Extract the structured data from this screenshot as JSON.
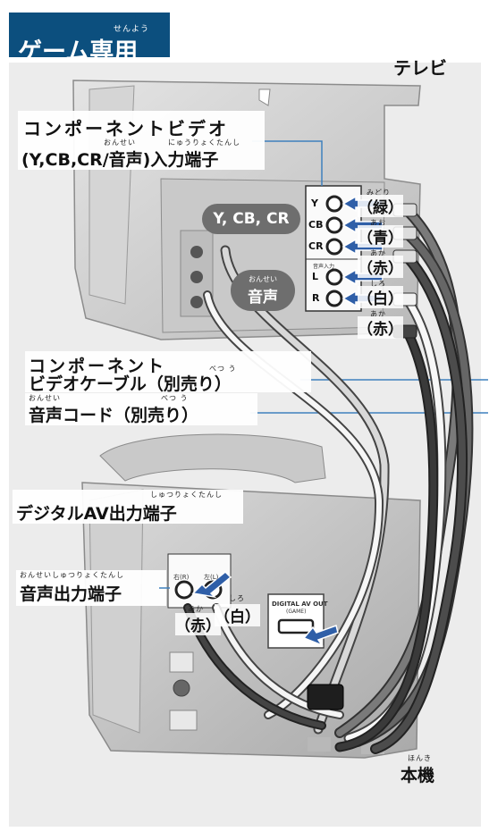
{
  "header": {
    "title": "ゲーム専用",
    "ruby": "せんよう",
    "color": "#0c4f7e"
  },
  "labels": {
    "tv": "テレビ",
    "component_input_line1": "コンポーネントビデオ",
    "component_input_line2": "(Y,CB,CR/音声)入力端子",
    "ruby_onsei": "おんせい",
    "ruby_nyuuryoku": "にゅうりょくたんし",
    "pill_ycbcr": "Y, CB, CR",
    "pill_audio_ruby": "おんせい",
    "pill_audio": "音声",
    "component_cable_line1": "コンポーネント",
    "component_cable_line2": "ビデオケーブル（別売り）",
    "ruby_betsu": "べつ う",
    "audio_cord": "音声コード（別売り）",
    "digital_av_out": "デジタルAV出力端子",
    "ruby_shutsuryoku": "しゅつりょくたんし",
    "audio_out_ruby": "おんせいしゅつりょくたんし",
    "audio_out": "音声出力端子",
    "main_unit_ruby": "ほんき",
    "main_unit": "本機",
    "digital_panel": "DIGITAL AV OUT",
    "digital_panel_sub": "(GAME)",
    "audio_in_small": "音声入力"
  },
  "tv_jacks": [
    "Y",
    "CB",
    "CR",
    "L",
    "R"
  ],
  "cable_colors": [
    {
      "ruby": "みどり",
      "label": "（緑）"
    },
    {
      "ruby": "あお",
      "label": "（青）"
    },
    {
      "ruby": "あか",
      "label": "（赤）"
    },
    {
      "ruby": "しろ",
      "label": "（白）"
    },
    {
      "ruby": "あか",
      "label": "（赤）"
    }
  ],
  "unit_jacks": {
    "right": "右(R)",
    "left": "左(L)"
  },
  "unit_colors": [
    {
      "ruby": "あか",
      "label": "（赤）"
    },
    {
      "ruby": "しろ",
      "label": "（白）"
    }
  ],
  "colors": {
    "arrow": "#2f5fa8",
    "cable_dark": "#555555",
    "cable_white": "#f4f4f4",
    "pill": "#6e6e6e"
  }
}
